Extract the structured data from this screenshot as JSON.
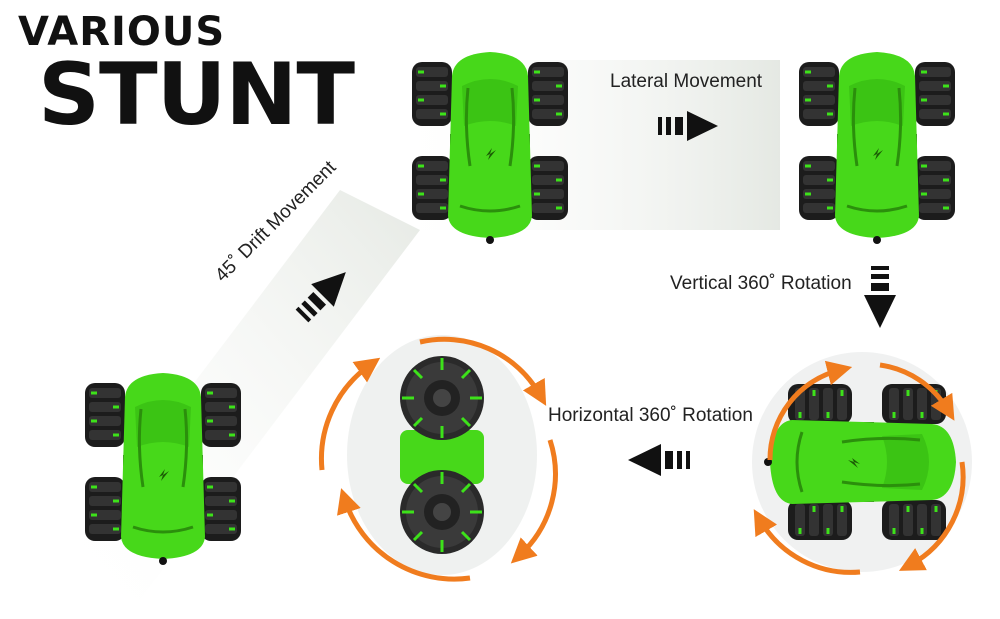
{
  "heading": {
    "line1": "VARIOUS",
    "line2": "STUNT"
  },
  "stunts": {
    "lateral": "Lateral Movement",
    "vertical": "Vertical 360˚ Rotation",
    "horizontal": "Horizontal 360˚ Rotation",
    "drift": "45˚ Drift Movement"
  },
  "colors": {
    "car_body": "#47d81a",
    "car_dark": "#2b8f0c",
    "wheel": "#1a1a1a",
    "wheel_accent": "#3de21a",
    "rotation_arrow": "#f07c1e",
    "direction_arrow": "#111111"
  },
  "icons": [
    "direction-arrow-icon",
    "rotation-arrow-icon"
  ]
}
